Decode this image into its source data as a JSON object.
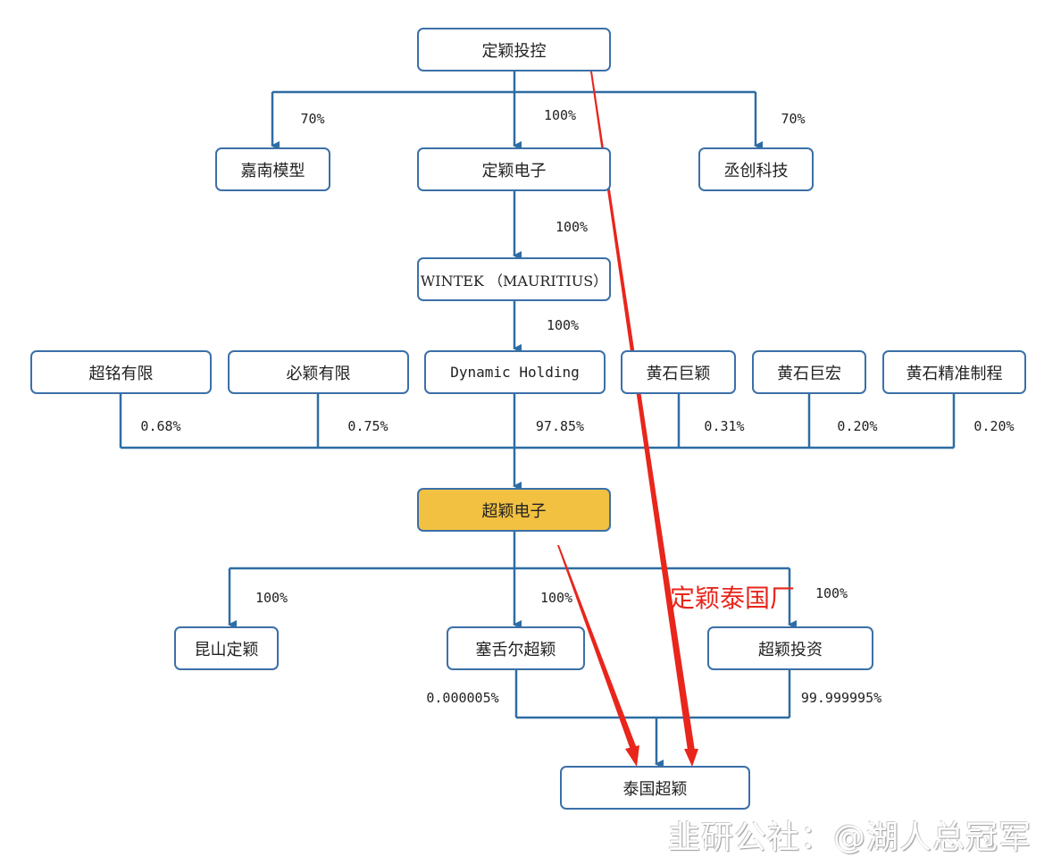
{
  "nodes": {
    "dingying_holding": "定颖投控",
    "jianan": "嘉南模型",
    "dingying_elec": "定颖电子",
    "chengchuang": "丞创科技",
    "wintek": "WINTEK （MAURITIUS）",
    "chaoming": "超铭有限",
    "biying": "必颖有限",
    "dynamic": "Dynamic Holding",
    "hs_juying": "黄石巨颖",
    "hs_juhong": "黄石巨宏",
    "hs_jingzhun": "黄石精准制程",
    "chaoying_elec": "超颖电子",
    "kunshan": "昆山定颖",
    "seychelles": "塞舌尔超颖",
    "chaoying_inv": "超颖投资",
    "thailand": "泰国超颖"
  },
  "labels": {
    "jianan": "70%",
    "dingying_elec": "100%",
    "chengchuang": "70%",
    "wintek": "100%",
    "dynamic_from_wintek": "100%",
    "chaoming": "0.68%",
    "biying": "0.75%",
    "dynamic": "97.85%",
    "hs_juying": "0.31%",
    "hs_juhong": "0.20%",
    "hs_jingzhun": "0.20%",
    "kunshan": "100%",
    "seychelles": "100%",
    "chaoying_inv": "100%",
    "seychelles_thai": "0.000005%",
    "inv_thai": "99.999995%"
  },
  "annotation": "定颖泰国厂",
  "watermark": "韭研公社：@湖人总冠军",
  "colors": {
    "line": "#2e6da4",
    "highlight": "#f2c142",
    "annotation": "#e8261c"
  }
}
